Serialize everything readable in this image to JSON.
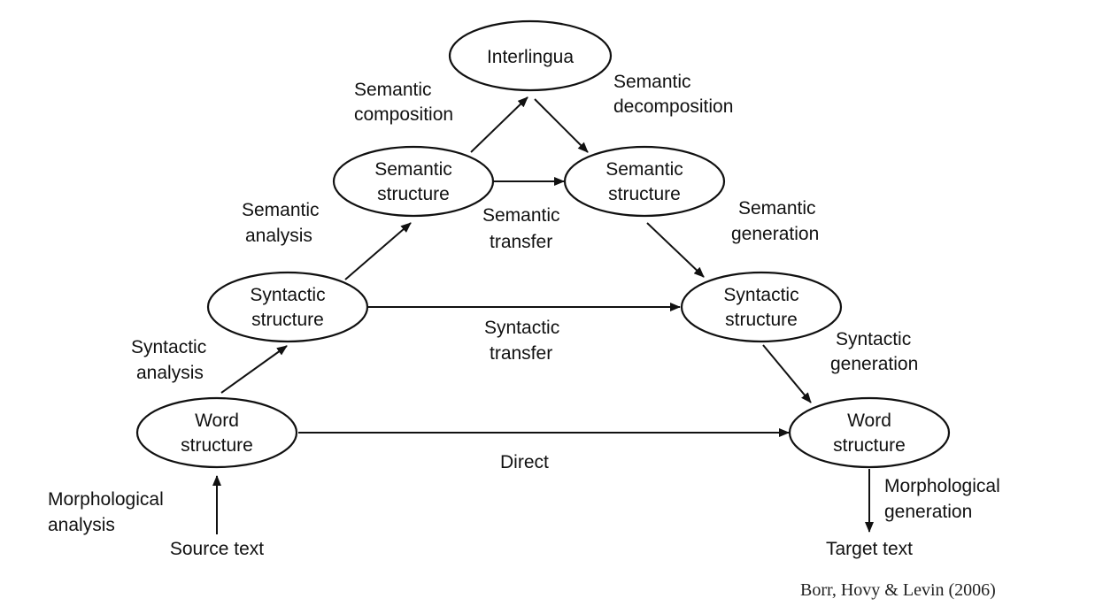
{
  "nodes": {
    "interlingua": "Interlingua",
    "semantic_src": [
      "Semantic",
      "structure"
    ],
    "semantic_tgt": [
      "Semantic",
      "structure"
    ],
    "syntactic_src": [
      "Syntactic",
      "structure"
    ],
    "syntactic_tgt": [
      "Syntactic",
      "structure"
    ],
    "word_src": [
      "Word",
      "structure"
    ],
    "word_tgt": [
      "Word",
      "structure"
    ],
    "source_text": "Source text",
    "target_text": "Target text"
  },
  "edges": {
    "semantic_composition": [
      "Semantic",
      "composition"
    ],
    "semantic_decomposition": [
      "Semantic",
      "decomposition"
    ],
    "semantic_analysis": [
      "Semantic",
      "analysis"
    ],
    "semantic_transfer": [
      "Semantic",
      "transfer"
    ],
    "semantic_generation": [
      "Semantic",
      "generation"
    ],
    "syntactic_analysis": [
      "Syntactic",
      "analysis"
    ],
    "syntactic_transfer": [
      "Syntactic",
      "transfer"
    ],
    "syntactic_generation": [
      "Syntactic",
      "generation"
    ],
    "direct": "Direct",
    "morphological_analysis": [
      "Morphological",
      "analysis"
    ],
    "morphological_generation": [
      "Morphological",
      "generation"
    ]
  },
  "citation": "Borr, Hovy & Levin (2006)"
}
